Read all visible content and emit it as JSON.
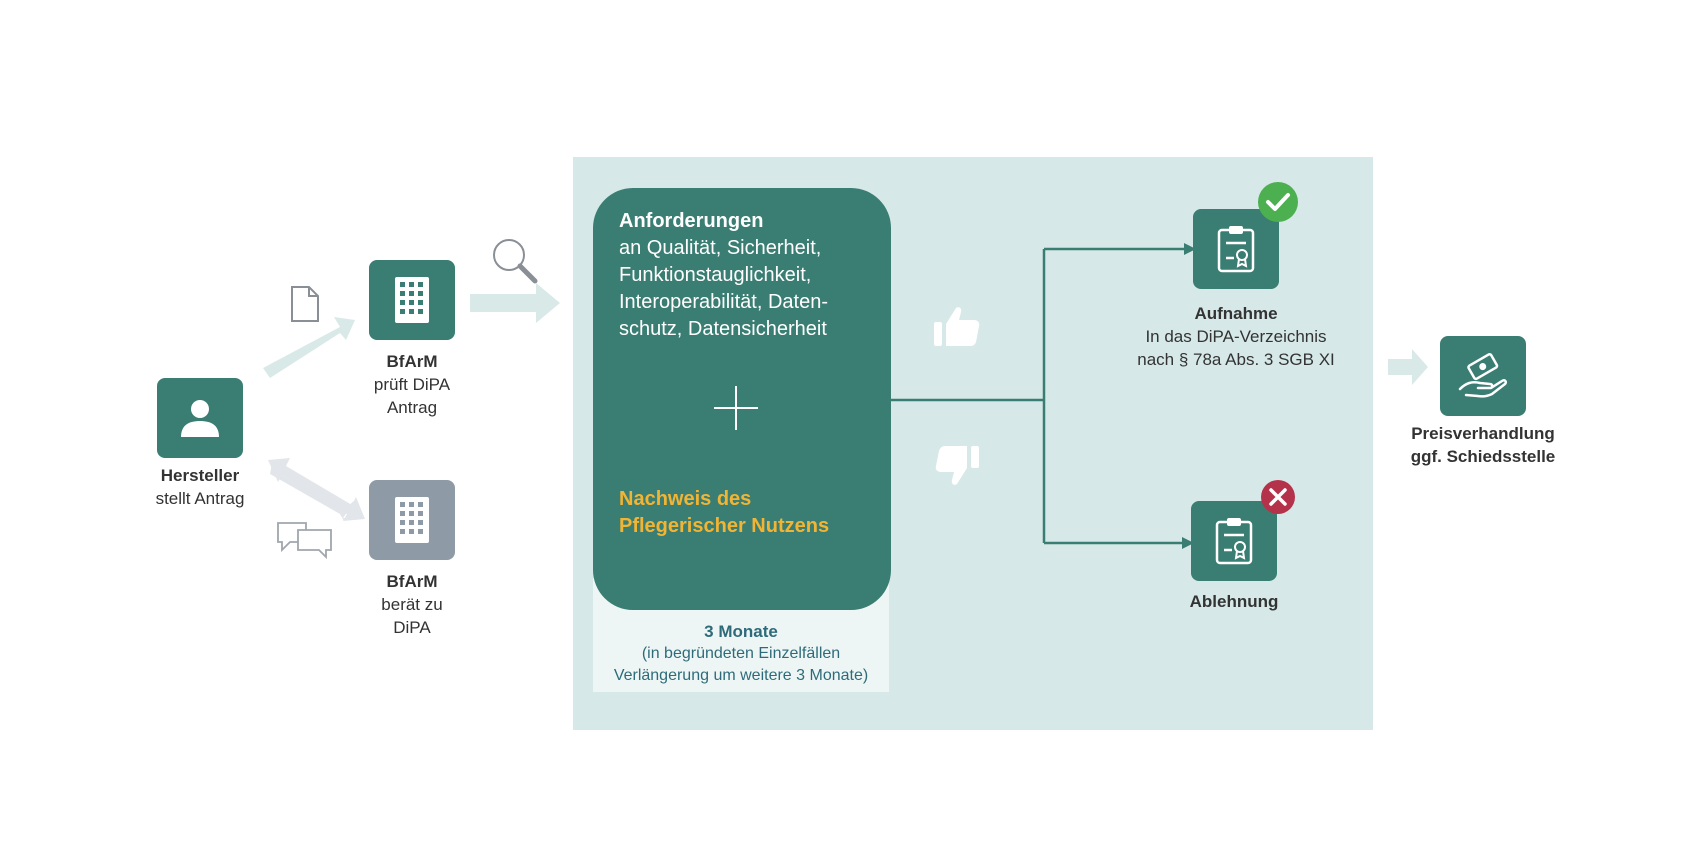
{
  "hersteller": {
    "title": "Hersteller",
    "sub": "stellt Antrag"
  },
  "bfarm_pruef": {
    "title": "BfArM",
    "line1": "prüft DiPA",
    "line2": "Antrag"
  },
  "bfarm_berat": {
    "title": "BfArM",
    "line1": "berät zu",
    "line2": "DiPA"
  },
  "requirements": {
    "title": "Anforderungen",
    "line1": "an Qualität, Sicherheit,",
    "line2": "Funktionstauglichkeit,",
    "line3": "Interoperabilität, Daten-",
    "line4": "schutz, Datensicherheit"
  },
  "nachweis": {
    "line1": "Nachweis des",
    "line2": "Pflegerischer Nutzens"
  },
  "duration": {
    "title": "3 Monate",
    "line1": "(in begründeten Einzelfällen",
    "line2": "Verlängerung um weitere 3 Monate)"
  },
  "aufnahme": {
    "title": "Aufnahme",
    "line1": "In das DiPA-Verzeichnis",
    "line2": "nach § 78a Abs. 3 SGB XI"
  },
  "ablehnung": {
    "title": "Ablehnung"
  },
  "preis": {
    "line1": "Preisverhandlung",
    "line2": "ggf. Schiedsstelle"
  },
  "icons": {
    "person": "person-icon",
    "building": "building-icon",
    "document": "document-icon",
    "magnifier": "magnifier-icon",
    "chat": "chat-bubbles-icon",
    "thumbs_up": "thumbs-up-icon",
    "thumbs_down": "thumbs-down-icon",
    "clipboard": "clipboard-certificate-icon",
    "check": "check-badge-icon",
    "cross": "cross-badge-icon",
    "money_hand": "money-hand-icon"
  },
  "colors": {
    "tile_green": "#3a7d72",
    "tile_grey": "#8e9aa6",
    "panel": "#d6e9e8",
    "accent_gold": "#f1b434",
    "success": "#4caf50",
    "danger": "#b5324b",
    "arrow": "#d9e9e8"
  }
}
